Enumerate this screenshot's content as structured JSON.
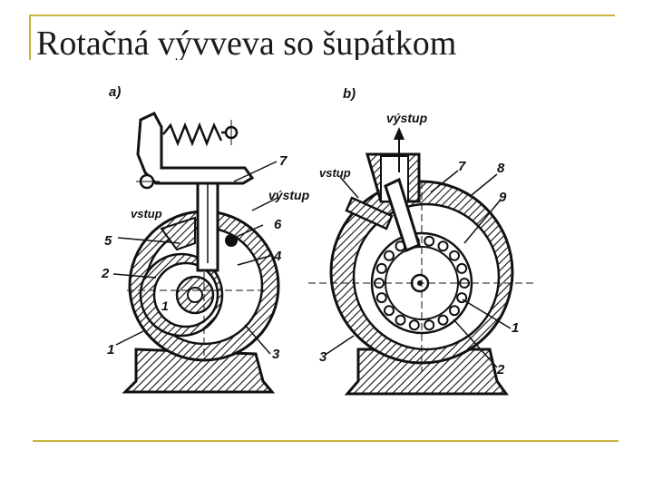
{
  "slide": {
    "title": "Rotačná vývveva so šupátkom"
  },
  "figure_a": {
    "panel_label": "a)",
    "labels": {
      "n7": "7",
      "vystup": "výstup",
      "vstup": "vstup",
      "n6": "6",
      "n5": "5",
      "n4": "4",
      "n2": "2",
      "n1": "1",
      "n3": "3",
      "n1b": "1"
    }
  },
  "figure_b": {
    "panel_label": "b)",
    "labels": {
      "vystup": "výstup",
      "vstup": "vstup",
      "n7": "7",
      "n8": "8",
      "n9": "9",
      "n1": "1",
      "n2": "2",
      "n3": "3"
    }
  },
  "colors": {
    "accent": "#c9b33a",
    "ink": "#111111"
  }
}
